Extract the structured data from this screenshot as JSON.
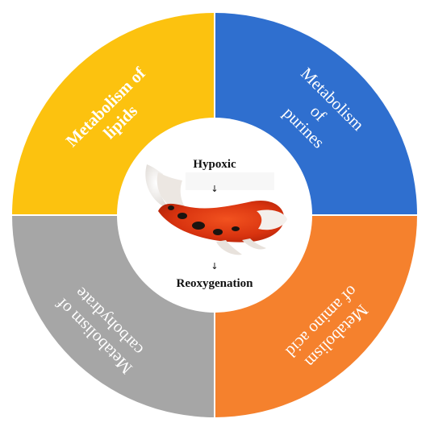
{
  "segments": {
    "lipids": {
      "lines": [
        "Metabolism of",
        "lipids"
      ],
      "color": "#fcc20f"
    },
    "purines": {
      "lines": [
        "Metabolism",
        "of",
        "purines"
      ],
      "color": "#2f6fcf"
    },
    "amino_acid": {
      "lines": [
        "Metabolism",
        "of amino acid"
      ],
      "color": "#f5812d"
    },
    "carbohydrate": {
      "lines": [
        "Metabolism of",
        "carbohydrate"
      ],
      "color": "#a6a6a6"
    }
  },
  "center": {
    "top_label": "Hypoxic",
    "bottom_label": "Reoxygenation",
    "arrow_glyph": "↓"
  },
  "colors": {
    "center_fill": "#ffffff",
    "divider": "#ffffff",
    "fish_red": "#e23a16",
    "fish_white": "#f1eeea",
    "fish_black": "#1a1410"
  }
}
